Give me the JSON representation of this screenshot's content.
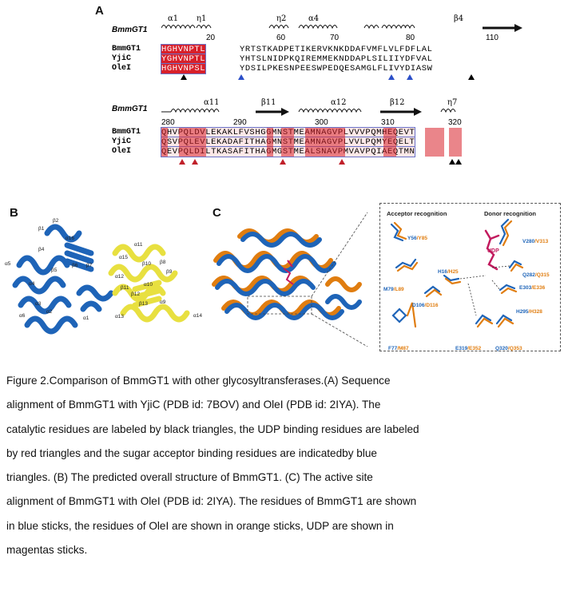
{
  "panels": {
    "a": "A",
    "b": "B",
    "c": "C"
  },
  "alignment": {
    "block1": {
      "ss_name": "BmmGT1",
      "ss_labels": [
        "α1",
        "η1",
        "η2",
        "α4",
        "β4"
      ],
      "numbers": [
        "20",
        "60",
        "70",
        "80",
        "110"
      ],
      "rows": [
        {
          "name": "BmmGT1",
          "left": "HGHVNPTL",
          "right": "YRTSTKADPETIKERVKNKDDAFVMFLVLFDFLAL"
        },
        {
          "name": "YjiC",
          "left": "YGHVNPTL",
          "right": "YHTSLNIDPKQIREMMEKNDDAPLSILIIYDFVAL"
        },
        {
          "name": "OleI",
          "left": "HGHVNPSL",
          "right": "YDSILPKESNPEESWPEDQESAMGLFLIVYDIASW"
        }
      ]
    },
    "block2": {
      "ss_name": "BmmGT1",
      "ss_labels": [
        "α11",
        "β11",
        "α12",
        "β12",
        "η7"
      ],
      "numbers": [
        "280",
        "290",
        "300",
        "310",
        "320"
      ],
      "rows": [
        {
          "name": "BmmGT1",
          "seq": "QHVPQLDVLEKAKLFVSHGGMNSTMEAMNAGVPLVVVPQMHEQEVT"
        },
        {
          "name": "YjiC",
          "seq": "QSVPQLEVLEKADAFITHAGMNSTMEAMNAGVPLVVLPQMYEQELT"
        },
        {
          "name": "OleI",
          "seq": "QEVPQLDILTKASAFITHAGMGSTMEALSNAVPMVAVPQIAEQTMN"
        }
      ]
    }
  },
  "panel_b_labels": [
    "β2",
    "β1",
    "α16",
    "β4",
    "β6",
    "β7",
    "β5",
    "α5",
    "α4",
    "α3",
    "α2",
    "α1",
    "α6",
    "α15",
    "β10",
    "β8",
    "β9",
    "α12",
    "α10",
    "α11",
    "α9",
    "β12",
    "β13",
    "β11",
    "α13",
    "α14"
  ],
  "panel_c": {
    "acceptor_header": "Acceptor recognition",
    "donor_header": "Donor recognition",
    "udp": "UDP",
    "residues": [
      {
        "blue": "Y56",
        "orange": "Y85"
      },
      {
        "blue": "H16",
        "orange": "H25"
      },
      {
        "blue": "M79",
        "orange": "L89"
      },
      {
        "blue": "D106",
        "orange": "D116"
      },
      {
        "blue": "F77",
        "orange": "M87"
      },
      {
        "blue": "V280",
        "orange": "V313"
      },
      {
        "blue": "Q282",
        "orange": "Q315"
      },
      {
        "blue": "E303",
        "orange": "E336"
      },
      {
        "blue": "H295",
        "orange": "H328"
      },
      {
        "blue": "E319",
        "orange": "E352"
      },
      {
        "blue": "Q320",
        "orange": "Q353"
      }
    ]
  },
  "caption": [
    "Figure 2.Comparison of BmmGT1 with other glycosyltransferases.(A) Sequence",
    "alignment of BmmGT1 with YjiC (PDB id: 7BOV) and OleI (PDB id: 2IYA). The",
    "catalytic residues are labeled by black triangles, the UDP binding residues are labeled",
    "by red triangles and the sugar acceptor binding residues are indicatedby blue",
    "triangles. (B) The predicted overall structure of BmmGT1. (C) The active site",
    "alignment of BmmGT1 with OleI (PDB id: 2IYA). The residues of BmmGT1 are shown",
    "in blue sticks, the residues of OleI are shown in orange sticks, UDP are shown in",
    "magentas sticks."
  ],
  "colors": {
    "red": "#d8202a",
    "blue": "#1e64b8",
    "orange": "#e07d10",
    "yellow": "#e8e040",
    "magenta": "#c21a5e"
  }
}
